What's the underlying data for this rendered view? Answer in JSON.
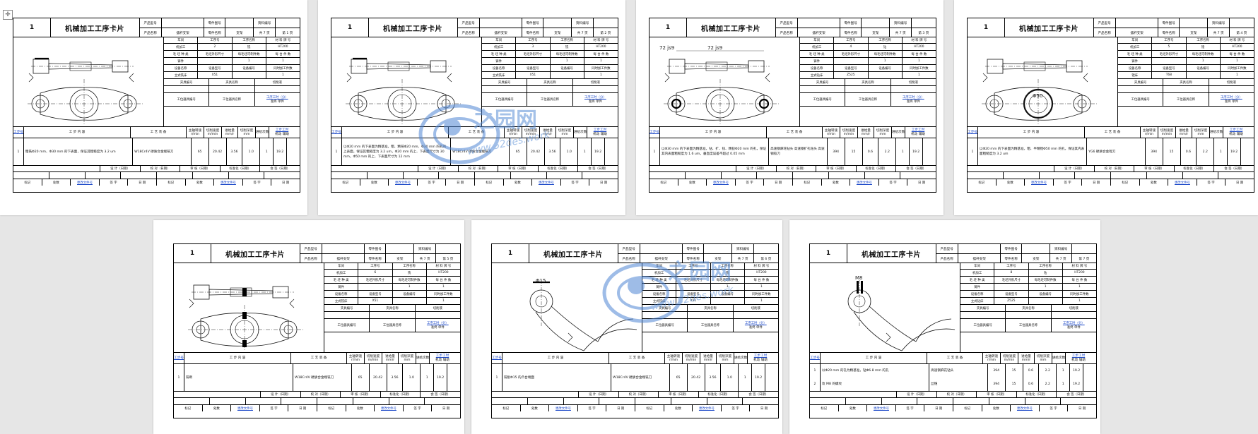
{
  "title": "机械加工工序卡片",
  "labels": {
    "product_model": "产品型号",
    "part_drawing_no": "零件图号",
    "material_no": "资料编号",
    "product_name": "产品名称",
    "part_name": "零件名称",
    "total_prefix": "共",
    "page_prefix": "第",
    "page_suffix": "页",
    "workshop": "车间",
    "process_no": "工序号",
    "process_name": "工序名称",
    "material_grade": "材 料 牌 号",
    "blank_type": "毛 坯 种 类",
    "blank_size": "毛坯外形尺寸",
    "blank_count": "每毛坯可制件数",
    "per_machine": "每 台 件 数",
    "equip_name": "设备名称",
    "equip_model": "设备型号",
    "equip_no": "设备编号",
    "simul_count": "同时加工件数",
    "fixture_no": "夹具编号",
    "fixture_name": "夹具名称",
    "coolant": "切削液",
    "station_no": "工位器具编号",
    "station_name": "工位器具名称",
    "time_quota": "工序工时（分）",
    "prep": "准终",
    "unit": "单件",
    "step_no": "工步号",
    "step_content": "工 步 内 容",
    "equipment": "工 艺 装 备",
    "spindle": "主轴转速",
    "speed": "切削速度",
    "feed": "进给量",
    "depth": "切削深度",
    "passes": "进给次数",
    "step_time": "工步工时",
    "mech": "机动",
    "aux": "辅助",
    "u_rpm": "r/min",
    "u_mmin": "m/min",
    "u_mmr": "mm/r",
    "u_mm": "mm",
    "design": "设 计（日期）",
    "check": "校 对（日期）",
    "review": "审 核（日期）",
    "standard": "标准化（日期）",
    "sign": "会 签（日期）",
    "mark": "标记",
    "qty": "处数",
    "change_doc": "更改文件号",
    "signature": "签 字",
    "date": "日 期"
  },
  "product_model_value": "",
  "product_name_value": "摆杆支架",
  "part_name_value": "支架",
  "sheets": [
    {
      "num": "1",
      "total": "7",
      "page": "1",
      "workshop": "机加工",
      "proc_no": "2",
      "proc_name": "铣",
      "material": "HT200",
      "blank": "铸件",
      "equip": "立式铣床",
      "equip_model": "X51",
      "steps": [
        {
          "no": "1",
          "text": "粗铣Φ20 mm、Φ30 mm 的下表面，保证其粗糙度为 3.2 um",
          "tool": "W18Cr4V 硬质合金端铣刀",
          "n": "65",
          "v": "20.42",
          "f": "3.56",
          "ap": "1.0",
          "i": "1",
          "tm": "19.2"
        }
      ]
    },
    {
      "num": "1",
      "total": "7",
      "page": "2",
      "workshop": "机加工",
      "proc_no": "3",
      "proc_name": "铣",
      "material": "HT200",
      "blank": "铸件",
      "equip": "立式铣床",
      "equip_model": "X51",
      "steps": [
        {
          "no": "1",
          "text": "以Φ20 mm 的下表面为精基准，粗、精铣Φ20 mm、Φ30 mm 的孔的上表面，保证其粗糙度为 3.2 um，Φ20 mm 的上、下表面尺寸为 30 mm，Φ50 mm 的上、下表面尺寸为 12 mm",
          "tool": "W18Cr4V 硬质合金端铣刀",
          "n": "65",
          "v": "20.42",
          "f": "3.56",
          "ap": "1.0",
          "i": "1",
          "tm": "19.2"
        }
      ]
    },
    {
      "num": "1",
      "total": "7",
      "page": "3",
      "workshop": "机加工",
      "proc_no": "4",
      "proc_name": "钻",
      "material": "HT200",
      "blank": "铸件",
      "equip": "立式钻床",
      "equip_model": "Z525",
      "steps": [
        {
          "no": "1",
          "text": "以Φ30 mm 的下表面为精基准，钻、扩、铰、精铰Φ20 mm 的孔，保证其内表面粗糙度为 1.6 um，垂直度误差不超过 0.05 mm",
          "tool": "高速钢麻花钻头 高速钢扩孔钻头 高速钢铰刀",
          "n": "394",
          "v": "15",
          "f": "0.6",
          "ap": "2.2",
          "i": "1",
          "tm": "19.2"
        }
      ]
    },
    {
      "num": "1",
      "total": "7",
      "page": "4",
      "workshop": "机加工",
      "proc_no": "5",
      "proc_name": "镗",
      "material": "HT200",
      "blank": "铸件",
      "equip": "镗床",
      "equip_model": "T68",
      "steps": [
        {
          "no": "1",
          "text": "以Φ20 mm 的下表面为精基准，粗、半精镗Φ50 mm 的孔，保证其内表面粗糙度为 3.2 um",
          "tool": "YG6 硬质合金镗刀",
          "n": "394",
          "v": "15",
          "f": "0.6",
          "ap": "2.2",
          "i": "1",
          "tm": "19.2"
        }
      ]
    },
    {
      "num": "1",
      "total": "7",
      "page": "5",
      "workshop": "机加工",
      "proc_no": "6",
      "proc_name": "铣",
      "material": "HT200",
      "blank": "铸件",
      "equip": "立式铣床",
      "equip_model": "X51",
      "steps": [
        {
          "no": "1",
          "text": "铣断",
          "tool": "W18Cr4V 硬质合金端铣刀",
          "n": "65",
          "v": "20.42",
          "f": "3.56",
          "ap": "1.0",
          "i": "1",
          "tm": "19.2"
        }
      ]
    },
    {
      "num": "1",
      "total": "7",
      "page": "6",
      "workshop": "机加工",
      "proc_no": "7",
      "proc_name": "铣",
      "material": "HT200",
      "blank": "铸件",
      "equip": "立式铣床",
      "equip_model": "X51",
      "steps": [
        {
          "no": "1",
          "text": "铣削Φ15 的凸台端面",
          "tool": "W18Cr4V 硬质合金端铣刀",
          "n": "65",
          "v": "20.42",
          "f": "3.56",
          "ap": "1.0",
          "i": "1",
          "tm": "19.2"
        }
      ]
    },
    {
      "num": "1",
      "total": "7",
      "page": "7",
      "workshop": "机加工",
      "proc_no": "8",
      "proc_name": "钻",
      "material": "HT200",
      "blank": "铸件",
      "equip": "立式钻床",
      "equip_model": "Z525",
      "steps": [
        {
          "no": "1",
          "text": "以Φ20 mm 的孔为精基准，钻Φ6.8 mm 的孔",
          "tool": "高速钢麻花钻头",
          "n": "394",
          "v": "15",
          "f": "0.6",
          "ap": "2.2",
          "i": "1",
          "tm": "19.2"
        },
        {
          "no": "2",
          "text": "攻 M8 的螺纹",
          "tool": "丝锥",
          "n": "394",
          "v": "15",
          "f": "0.6",
          "ap": "2.2",
          "i": "1",
          "tm": "19.2"
        }
      ]
    }
  ],
  "dims": [
    "72 js9",
    "72 js9",
    "Φ50",
    "Φ15",
    "M8"
  ],
  "watermark": {
    "text": "www.52des.work",
    "logo": "之园网"
  }
}
